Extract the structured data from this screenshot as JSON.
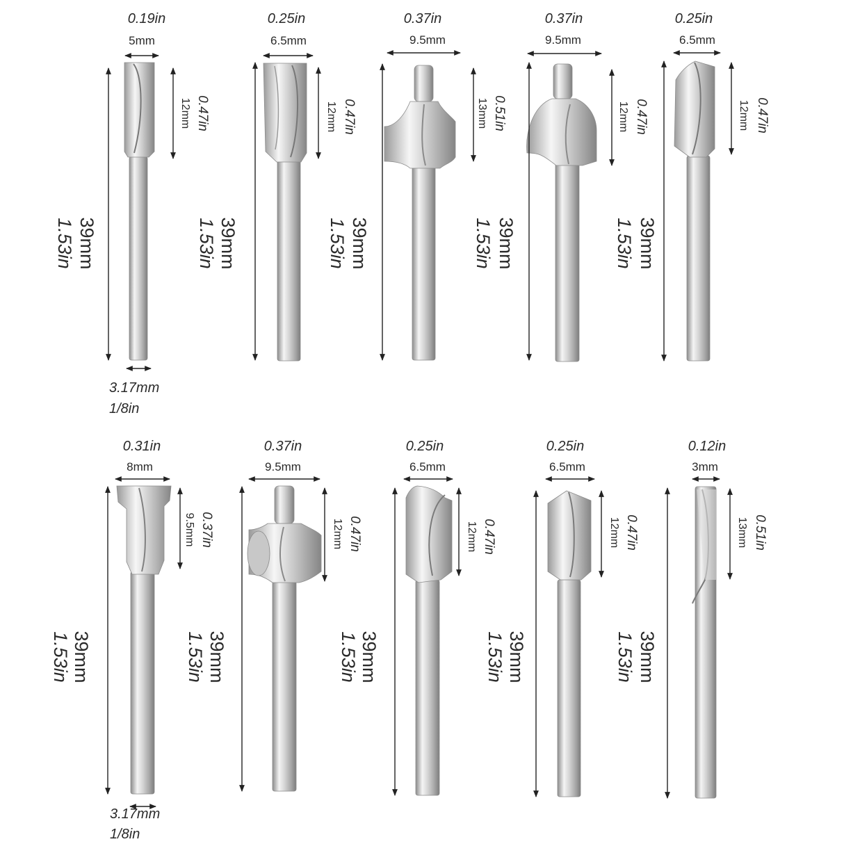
{
  "bits": [
    {
      "width_in": "0.19in",
      "width_mm": "5mm",
      "cut_in": "0.47in",
      "cut_mm": "12mm",
      "total_mm": "39mm",
      "total_in": "1.53in",
      "shank_mm": "3.17mm",
      "shank_in": "1/8in",
      "profile": "straight-bit"
    },
    {
      "width_in": "0.25in",
      "width_mm": "6.5mm",
      "cut_in": "0.47in",
      "cut_mm": "12mm",
      "total_mm": "39mm",
      "total_in": "1.53in",
      "profile": "straight-bit"
    },
    {
      "width_in": "0.37in",
      "width_mm": "9.5mm",
      "cut_in": "0.51in",
      "cut_mm": "13mm",
      "total_mm": "39mm",
      "total_in": "1.53in",
      "profile": "roman-ogee-bit"
    },
    {
      "width_in": "0.37in",
      "width_mm": "9.5mm",
      "cut_in": "0.47in",
      "cut_mm": "12mm",
      "total_mm": "39mm",
      "total_in": "1.53in",
      "profile": "cove-bit"
    },
    {
      "width_in": "0.25in",
      "width_mm": "6.5mm",
      "cut_in": "0.47in",
      "cut_mm": "12mm",
      "total_mm": "39mm",
      "total_in": "1.53in",
      "profile": "v-groove-bit"
    },
    {
      "width_in": "0.31in",
      "width_mm": "8mm",
      "cut_in": "0.37in",
      "cut_mm": "9.5mm",
      "total_mm": "39mm",
      "total_in": "1.53in",
      "shank_mm": "3.17mm",
      "shank_in": "1/8in",
      "profile": "t-slot-bit"
    },
    {
      "width_in": "0.37in",
      "width_mm": "9.5mm",
      "cut_in": "0.47in",
      "cut_mm": "12mm",
      "total_mm": "39mm",
      "total_in": "1.53in",
      "profile": "corner-round-bit"
    },
    {
      "width_in": "0.25in",
      "width_mm": "6.5mm",
      "cut_in": "0.47in",
      "cut_mm": "12mm",
      "total_mm": "39mm",
      "total_in": "1.53in",
      "profile": "core-box-bit"
    },
    {
      "width_in": "0.25in",
      "width_mm": "6.5mm",
      "cut_in": "0.47in",
      "cut_mm": "12mm",
      "total_mm": "39mm",
      "total_in": "1.53in",
      "profile": "v-groove-bit"
    },
    {
      "width_in": "0.12in",
      "width_mm": "3mm",
      "cut_in": "0.51in",
      "cut_mm": "13mm",
      "total_mm": "39mm",
      "total_in": "1.53in",
      "profile": "spiral-straight-bit"
    }
  ],
  "colors": {
    "metal_light": "#eeeeee",
    "metal_mid": "#b9b9b9",
    "metal_dark": "#8a8a8a",
    "dimension_line": "#222222"
  }
}
